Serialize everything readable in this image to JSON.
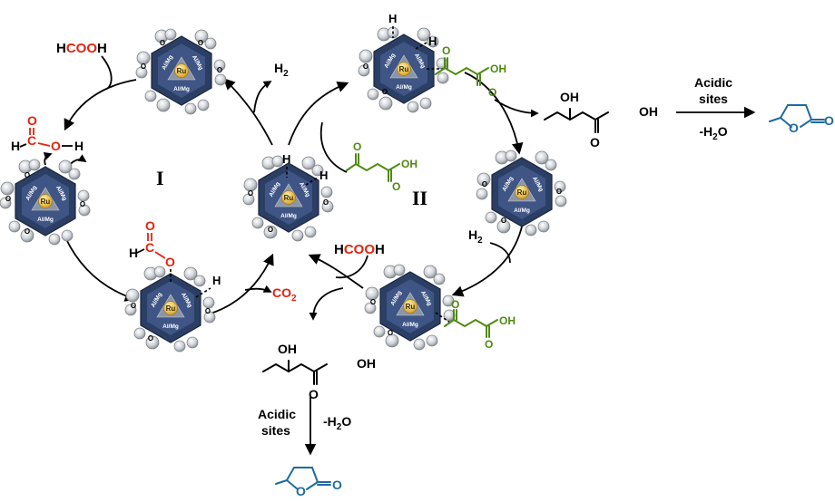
{
  "colors": {
    "black": "#000000",
    "red": "#e8210c",
    "green": "#4e8a10",
    "blue": "#1f6b9e",
    "hex_dark": "#2b3e63",
    "hex_light": "#8b95a6",
    "ru_gold": "#e9b93a",
    "oxygen_gray": "#bfc3c8"
  },
  "site_labels": {
    "metal": "Ru",
    "support": "Al/Mg",
    "oxygen": "O"
  },
  "cycle_labels": {
    "cycle_I": "I",
    "cycle_II": "II"
  },
  "chem": {
    "hcooh_h1": "H",
    "hcooh_coo": "COO",
    "hcooh_h2": "H",
    "h2_main": "H",
    "h2_sub": "2",
    "co2_main": "CO",
    "co2_sub": "2",
    "atom_H": "H",
    "atom_C": "C",
    "atom_O": "O",
    "oh": "OH"
  },
  "conditions": {
    "acidic": "Acidic",
    "sites": "sites",
    "water_loss_main": "-H",
    "water_loss_sub": "2",
    "water_loss_end": "O"
  }
}
